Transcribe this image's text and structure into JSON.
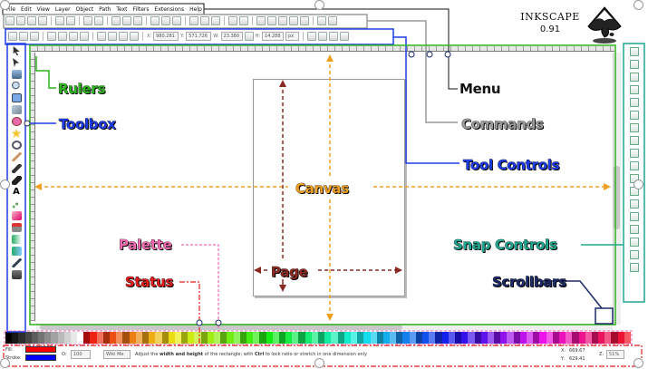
{
  "app": {
    "name": "INKSCAPE",
    "version": "0.91"
  },
  "menu": [
    "File",
    "Edit",
    "View",
    "Layer",
    "Object",
    "Path",
    "Text",
    "Filters",
    "Extensions",
    "Help"
  ],
  "tool_controls": {
    "x_label": "X:",
    "x_value": "980.281",
    "y_label": "Y:",
    "y_value": "571.726",
    "w_label": "W:",
    "w_value": "23.380",
    "h_label": "H:",
    "h_value": "14.288",
    "unit": "px"
  },
  "callouts": {
    "rulers": "Rulers",
    "toolbox": "Toolbox",
    "menu": "Menu",
    "commands": "Commands",
    "tool_controls": "Tool Controls",
    "canvas": "Canvas",
    "palette": "Palette",
    "snap_controls": "Snap Controls",
    "status": "Status",
    "page": "Page",
    "scrollbars": "Scrollbars"
  },
  "status": {
    "fill_label": "Fill:",
    "stroke_label": "Stroke:",
    "opacity_label": "O:",
    "opacity_value": "100",
    "layer": "Wiki Me",
    "message_plain1": "Adjust the ",
    "message_bold1": "width and height",
    "message_plain2": " of the rectangle; with ",
    "message_bold2": "Ctrl",
    "message_plain3": " to lock ratio or stretch in one dimension only",
    "x_label": "X:",
    "x_value": "669.67",
    "y_label": "Y:",
    "y_value": "629.41",
    "zoom_label": "Z:",
    "zoom_value": "51%"
  },
  "colors": {
    "rulers": "#2db41e",
    "toolbox": "#1e3ce6",
    "menu": "#111111",
    "commands": "#9a9a9a",
    "tool_controls": "#1e3ce6",
    "canvas": "#f0a020",
    "palette": "#f06ab0",
    "snap_controls": "#1fa68f",
    "status": "#e11d1d",
    "page": "#8b2a22",
    "scrollbars": "#1c2a66",
    "fill_swatch": "#ff0000",
    "stroke_swatch": "#0000ff"
  },
  "icons": [
    "selector-icon",
    "node-icon",
    "tweak-icon",
    "zoom-icon",
    "rectangle-icon",
    "3dbox-icon",
    "ellipse-icon",
    "star-icon",
    "spiral-icon",
    "pencil-icon",
    "pen-icon",
    "calligraphy-icon",
    "text-icon",
    "spray-icon",
    "eraser-icon",
    "bucket-icon",
    "gradient-icon",
    "mesh-icon",
    "dropper-icon",
    "connector-icon"
  ]
}
